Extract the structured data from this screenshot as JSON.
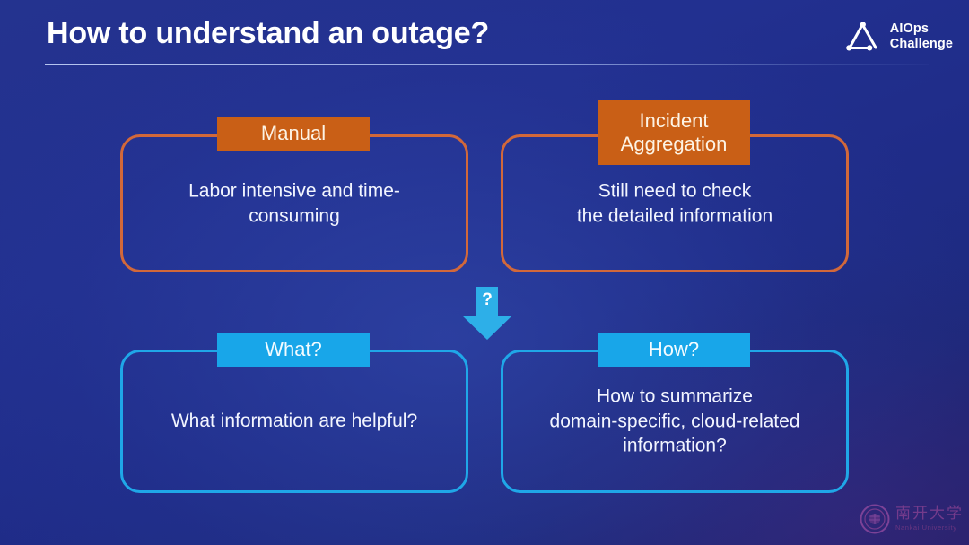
{
  "slide": {
    "title": "How to understand an outage?",
    "brand": {
      "logo_line1": "AIOps",
      "logo_line2": "Challenge",
      "logo_icon": "aiops-triangle-icon"
    },
    "footer_logo": {
      "cn": "南开大学",
      "en": "Nankai University"
    },
    "colors": {
      "background_top": "#24338f",
      "background_bottom": "#232169",
      "orange_border": "#d2683a",
      "orange_tab": "#c95f16",
      "cyan_border": "#1fa7e8",
      "cyan_tab": "#18a6e9",
      "arrow": "#2dafe8",
      "title_text": "#ffffff"
    },
    "connector": {
      "icon": "down-arrow-icon",
      "label": "?"
    },
    "panels": [
      {
        "id": "manual",
        "tab_label": "Manual",
        "body": "Labor intensive and time-\nconsuming",
        "accent": "orange"
      },
      {
        "id": "incident-aggregation",
        "tab_label": "Incident\nAggregation",
        "body": "Still need to check\nthe detailed information",
        "accent": "orange"
      },
      {
        "id": "what",
        "tab_label": "What?",
        "body": "What information are helpful?",
        "accent": "cyan"
      },
      {
        "id": "how",
        "tab_label": "How?",
        "body": "How to summarize\ndomain-specific, cloud-related\ninformation?",
        "accent": "cyan"
      }
    ]
  }
}
